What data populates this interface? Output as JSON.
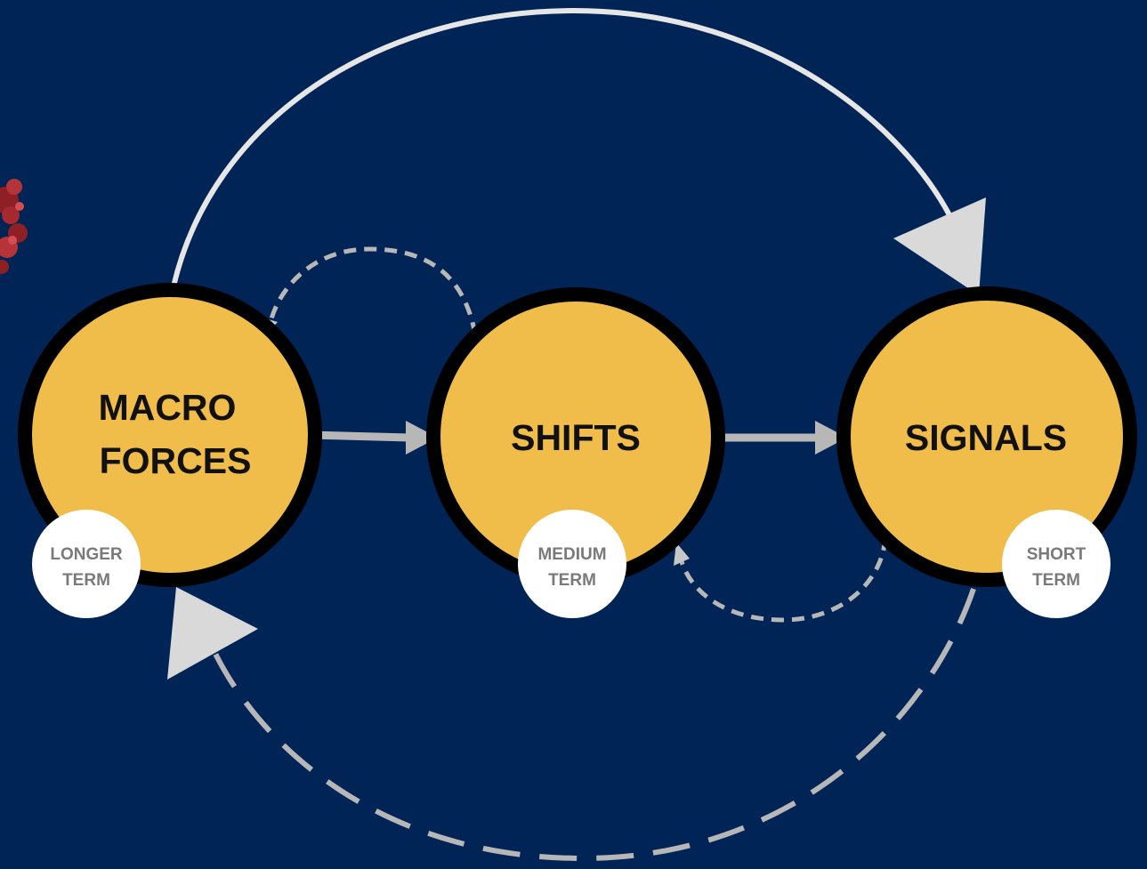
{
  "colors": {
    "background": "#012456",
    "node_fill": "#f0bc4a",
    "node_border": "#000000",
    "badge_fill": "#ffffff",
    "arrow_light": "#e6e6e6",
    "arrow_grey": "#b7b7b7",
    "badge_text": "#7a7a7a"
  },
  "nodes": {
    "macro_forces": {
      "line1": "MACRO",
      "line2": "FORCES",
      "badge_line1": "LONGER",
      "badge_line2": "TERM"
    },
    "shifts": {
      "label": "SHIFTS",
      "badge_line1": "MEDIUM",
      "badge_line2": "TERM"
    },
    "signals": {
      "label": "SIGNALS",
      "badge_line1": "SHORT",
      "badge_line2": "TERM"
    }
  }
}
